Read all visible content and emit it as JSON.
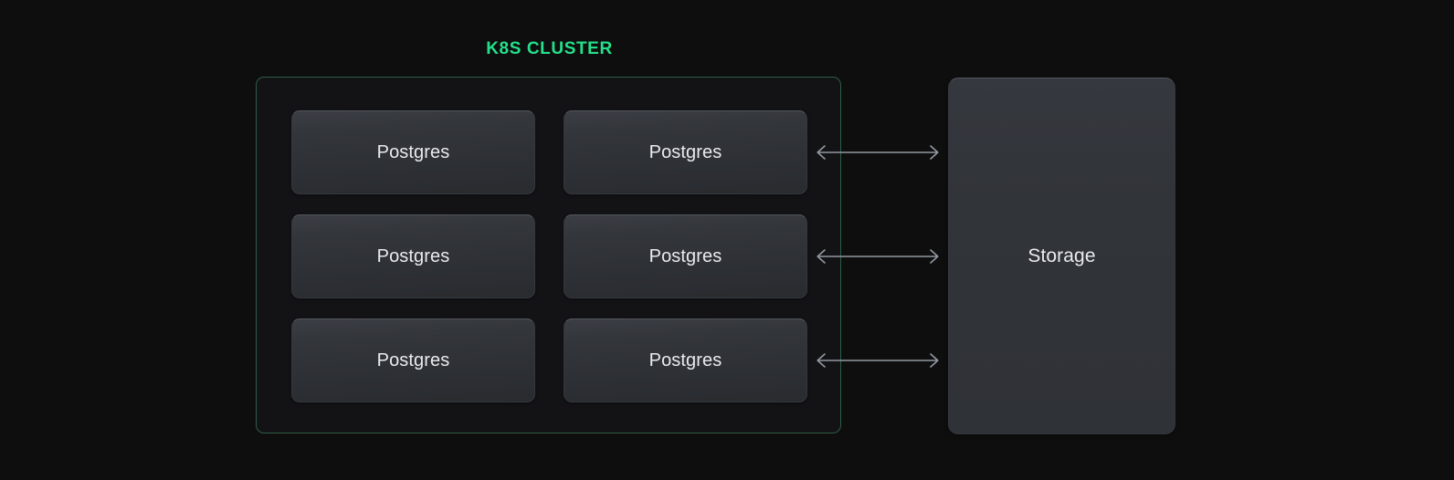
{
  "diagram": {
    "title": "K8S CLUSTER",
    "background_color": "#0e0e0e",
    "accent_color": "#24e08a",
    "cluster": {
      "label": "K8S CLUSTER",
      "border_color": "#2c5c45",
      "fill_color": "#131316",
      "nodes": [
        {
          "label": "Postgres",
          "row": 1,
          "column": 1
        },
        {
          "label": "Postgres",
          "row": 1,
          "column": 2
        },
        {
          "label": "Postgres",
          "row": 2,
          "column": 1
        },
        {
          "label": "Postgres",
          "row": 2,
          "column": 2
        },
        {
          "label": "Postgres",
          "row": 3,
          "column": 1
        },
        {
          "label": "Postgres",
          "row": 3,
          "column": 2
        }
      ]
    },
    "storage": {
      "label": "Storage",
      "fill_color": "#31343a"
    },
    "connections": [
      {
        "from": "Postgres",
        "to": "Storage",
        "direction": "bidirectional",
        "row": 1
      },
      {
        "from": "Postgres",
        "to": "Storage",
        "direction": "bidirectional",
        "row": 2
      },
      {
        "from": "Postgres",
        "to": "Storage",
        "direction": "bidirectional",
        "row": 3
      }
    ],
    "arrow_color": "#9298a1"
  }
}
